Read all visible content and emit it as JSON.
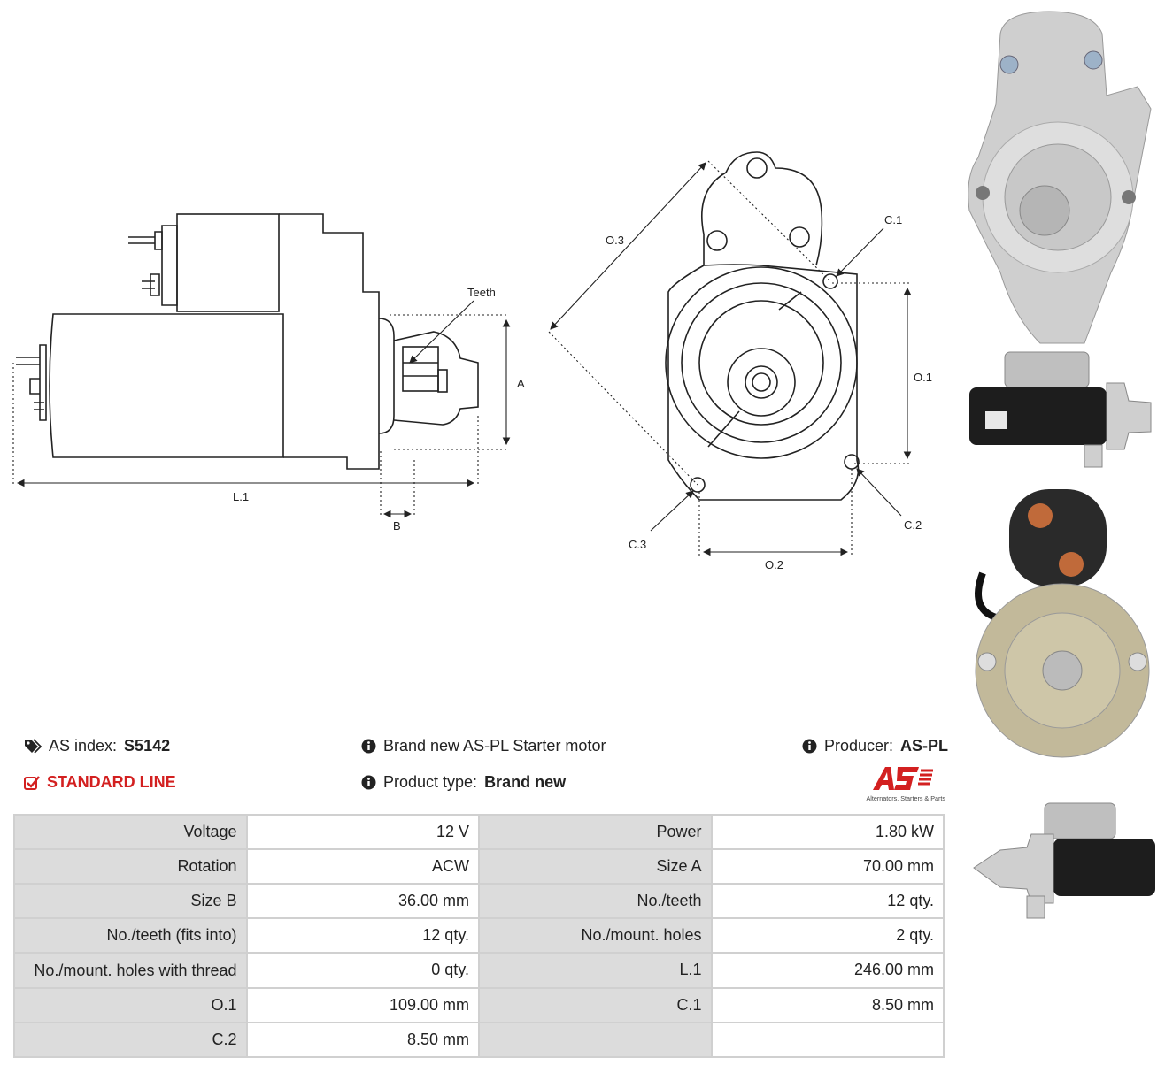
{
  "drawing": {
    "labels": {
      "teeth": "Teeth",
      "a": "A",
      "b": "B",
      "l1": "L.1",
      "o1": "O.1",
      "o2": "O.2",
      "o3": "O.3",
      "c1": "C.1",
      "c2": "C.2",
      "c3": "C.3"
    }
  },
  "info": {
    "as_index_label": "AS index:",
    "as_index_value": "S5142",
    "standard_line": "STANDARD LINE",
    "description": "Brand new AS-PL Starter motor",
    "product_type_label": "Product type:",
    "product_type_value": "Brand new",
    "producer_label": "Producer:",
    "producer_value": "AS-PL",
    "logo_tagline": "Alternators, Starters & Parts",
    "icons": [
      "tags-icon",
      "check-square-icon",
      "info-circle-icon"
    ],
    "accent_color": "#d32020"
  },
  "specs": [
    [
      "Voltage",
      "12 V",
      "Power",
      "1.80 kW"
    ],
    [
      "Rotation",
      "ACW",
      "Size A",
      "70.00 mm"
    ],
    [
      "Size B",
      "36.00 mm",
      "No./teeth",
      "12 qty."
    ],
    [
      "No./teeth (fits into)",
      "12 qty.",
      "No./mount. holes",
      "2 qty."
    ],
    [
      "No./mount. holes with thread",
      "0 qty.",
      "L.1",
      "246.00 mm"
    ],
    [
      "O.1",
      "109.00 mm",
      "C.1",
      "8.50 mm"
    ],
    [
      "C.2",
      "8.50 mm",
      "",
      ""
    ]
  ]
}
